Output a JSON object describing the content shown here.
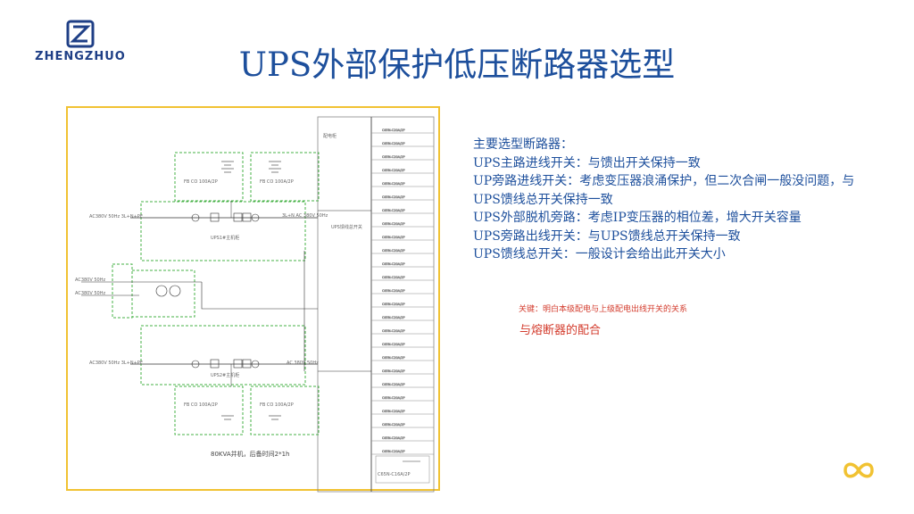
{
  "brand": {
    "name": "ZHENGZHUO",
    "logo_icon": "zz-logo-icon",
    "color": "#1f3f86"
  },
  "slide": {
    "title": "UPS外部保护低压断路器选型",
    "notes": [
      "主要选型断路器：",
      "UPS主路进线开关：与馈出开关保持一致",
      "UP旁路进线开关：考虑变压器浪涌保护，但二次合闸一般没问题，与UPS馈线总开关保持一致",
      "UPS外部脱机旁路：考虑IP变压器的相位差，增大开关容量",
      "UPS旁路出线开关：与UPS馈线总开关保持一致",
      "UPS馈线总开关：一般设计会给出此开关大小"
    ],
    "key_note": "关键：明白本级配电与上级配电出线开关的关系",
    "fuse_note": "与熔断器的配合",
    "accent_color": "#1d4f9c",
    "highlight_color": "#d33b2c",
    "frame_color": "#f1c232",
    "corner_icon": "infinity-icon"
  },
  "diagram": {
    "cabinet_label": "配电柜",
    "battery_top_left": "FB CO 100A/2P",
    "battery_top_right": "FB CO 100A/2P",
    "battery_bottom_left": "FB CO 100A/2P",
    "battery_bottom_right": "FB CO 100A/2P",
    "ups1_label": "UPS1#主机柜",
    "ups2_label": "UPS2#主机柜",
    "main_input_1": "AC380V 50Hz 3L+N+PE",
    "main_input_2": "AC380V 50Hz 3L+N+PE",
    "bypass_input_1": "AC380V 50Hz",
    "bypass_input_2": "AC380V 50Hz",
    "output_1": "3L+N AC 380V 50Hz",
    "output_2": "AC 380V 50Hz",
    "feeder_main": "UPS馈线总开关",
    "footer": "80KVA并机，后备时间2*1h",
    "branch_label": "C65N-C20A/2P",
    "last_branch": "C65N-C16A/2P"
  }
}
